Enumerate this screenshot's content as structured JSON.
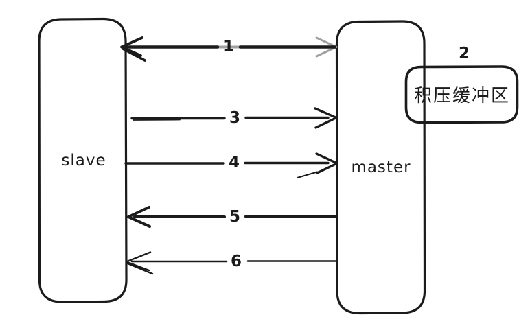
{
  "colors": {
    "ink": "#1b1b1b",
    "muted_arrow": "#a0a0a0",
    "background": "#ffffff"
  },
  "diagram": {
    "nodes": [
      {
        "id": "slave",
        "label": "slave"
      },
      {
        "id": "master",
        "label": "master"
      },
      {
        "id": "backlog-buffer",
        "label": "积压缓冲区",
        "annotation": "2"
      }
    ],
    "arrows": [
      {
        "label": "1",
        "from": "master",
        "to": "slave",
        "heads": "both",
        "right_head_color": "#a0a0a0"
      },
      {
        "label": "3",
        "from": "slave",
        "to": "master",
        "heads": "right"
      },
      {
        "label": "4",
        "from": "slave",
        "to": "master",
        "heads": "right"
      },
      {
        "label": "5",
        "from": "master",
        "to": "slave",
        "heads": "left"
      },
      {
        "label": "6",
        "from": "master",
        "to": "slave",
        "heads": "left"
      }
    ]
  }
}
